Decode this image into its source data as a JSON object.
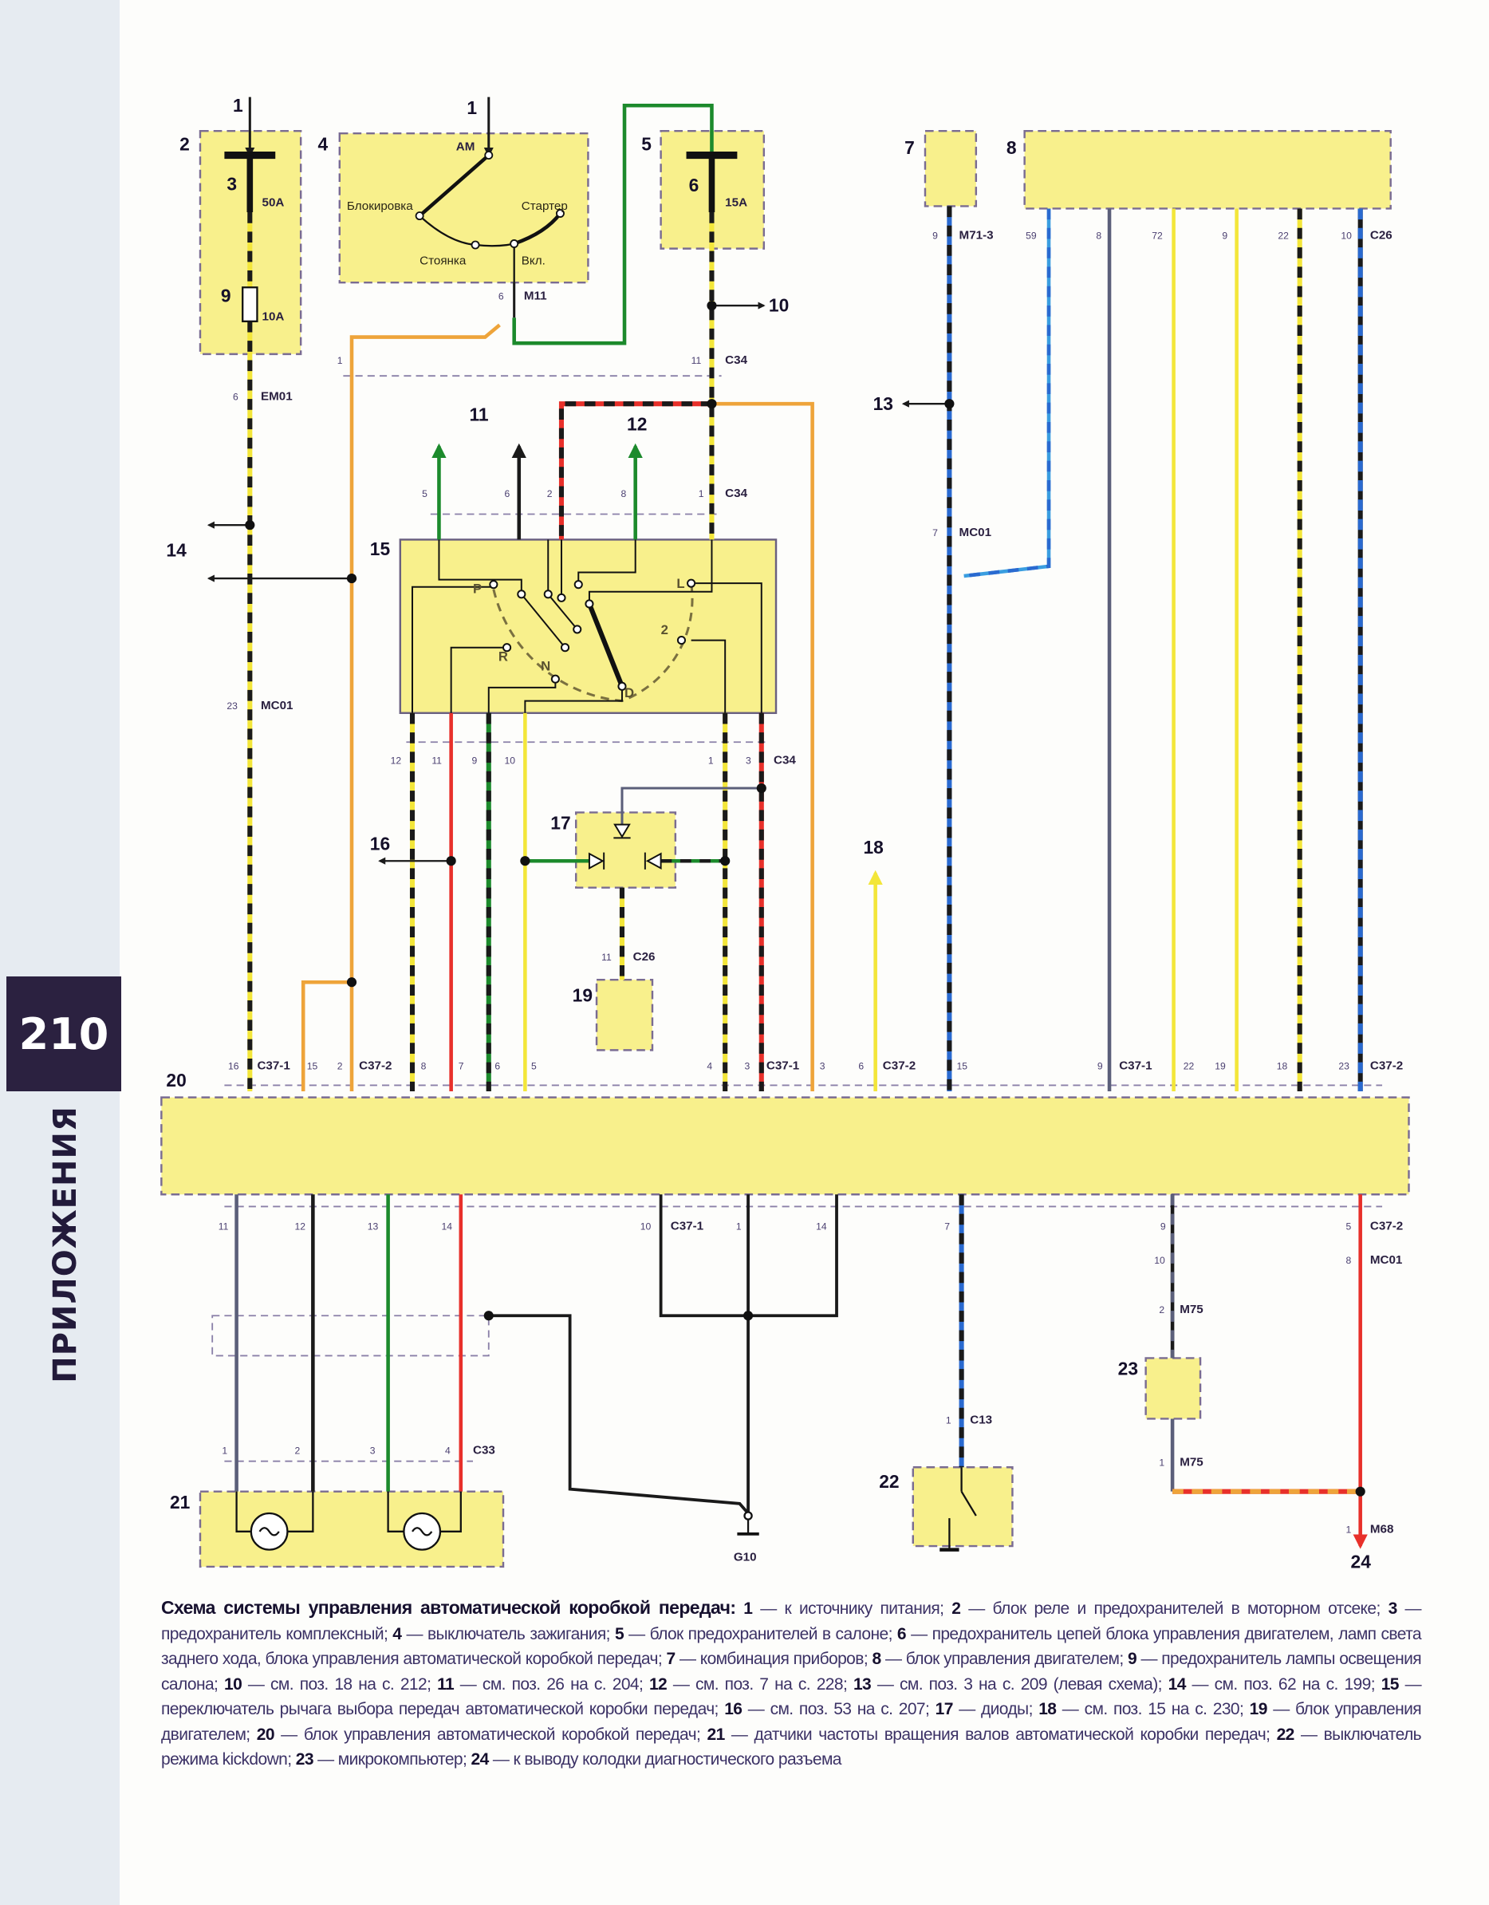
{
  "page": {
    "number": "210",
    "section": "ПРИЛОЖЕНИЯ"
  },
  "diagram": {
    "markers": {
      "m1a": "1",
      "m1b": "1",
      "m2": "2",
      "m3": "3",
      "m4": "4",
      "m5": "5",
      "m6": "6",
      "m7": "7",
      "m8": "8",
      "m9": "9",
      "m10": "10",
      "m11": "11",
      "m12": "12",
      "m13": "13",
      "m14": "14",
      "m15": "15",
      "m16": "16",
      "m17": "17",
      "m18": "18",
      "m19": "19",
      "m20": "20",
      "m21": "21",
      "m22": "22",
      "m23": "23",
      "m24": "24"
    },
    "fuse_ratings": {
      "f3": "50А",
      "f6": "15А",
      "f9": "10А"
    },
    "ignition_switch": {
      "am": "АМ",
      "lock": "Блокировка",
      "starter": "Стартер",
      "park": "Стоянка",
      "on": "Вкл."
    },
    "selector_positions": {
      "p": "P",
      "r": "R",
      "n": "N",
      "d": "D",
      "two": "2",
      "l": "L"
    },
    "connectors": {
      "em01": "EM01",
      "mc01": "MC01",
      "m11": "M11",
      "c34": "C34",
      "c26": "C26",
      "m71_3": "M71-3",
      "c37_1": "C37-1",
      "c37_2": "C37-2",
      "c33": "C33",
      "c13": "C13",
      "m75": "M75",
      "m68": "M68",
      "g10": "G10"
    },
    "pins": {
      "em01": "6",
      "mc01_left": "23",
      "m11": "6",
      "c34_top": [
        "1",
        "11"
      ],
      "c34_mid": [
        "5",
        "6",
        "2",
        "8",
        "1"
      ],
      "c34_bottom": [
        "12",
        "11",
        "9",
        "10",
        "1",
        "3"
      ],
      "c26_19": "11",
      "m71_3": "9",
      "c26_top": [
        "59",
        "8",
        "72",
        "9",
        "22",
        "10"
      ],
      "mc01_mid": "7",
      "ecu_top": [
        "16",
        "15",
        "2",
        "8",
        "7",
        "6",
        "5",
        "4",
        "3",
        "3",
        "6",
        "15",
        "9",
        "22",
        "19",
        "18",
        "23"
      ],
      "ecu_bottom": [
        "11",
        "12",
        "13",
        "14",
        "10",
        "1",
        "14",
        "7",
        "9",
        "5"
      ],
      "mc01_right": [
        "10",
        "8"
      ],
      "m75": [
        "2",
        "1"
      ],
      "c33": [
        "1",
        "2",
        "3",
        "4"
      ],
      "c13": "1",
      "m68": "1"
    },
    "wire_colors": {
      "yellow": "#f3e63a",
      "black": "#1a1a1a",
      "orange": "#eea43a",
      "green": "#1c8a2c",
      "red": "#e8302a",
      "blue": "#2a6ad0",
      "grey": "#5b5f7a",
      "light_blue": "#3a9ee0"
    }
  },
  "caption": {
    "title": "Схема системы управления автоматической коробкой передач:",
    "items": [
      {
        "num": "1",
        "text": "к источнику питания"
      },
      {
        "num": "2",
        "text": "блок реле и предохранителей в моторном отсеке"
      },
      {
        "num": "3",
        "text": "предохранитель комплексный"
      },
      {
        "num": "4",
        "text": "выключатель зажигания"
      },
      {
        "num": "5",
        "text": "блок предохранителей в салоне"
      },
      {
        "num": "6",
        "text": "предохранитель цепей блока управления двигателем, ламп света заднего хода, блока управления автоматической коробкой передач"
      },
      {
        "num": "7",
        "text": "комбинация приборов"
      },
      {
        "num": "8",
        "text": "блок управления двигателем"
      },
      {
        "num": "9",
        "text": "предохранитель лампы освещения салона"
      },
      {
        "num": "10",
        "text": "см. поз. 18 на с. 212"
      },
      {
        "num": "11",
        "text": "см. поз. 26 на с. 204"
      },
      {
        "num": "12",
        "text": "см. поз. 7 на с. 228"
      },
      {
        "num": "13",
        "text": "см. поз. 3 на с. 209 (левая схема)"
      },
      {
        "num": "14",
        "text": "см. поз. 62 на с. 199"
      },
      {
        "num": "15",
        "text": "переключатель рычага выбора передач автоматической коробки передач"
      },
      {
        "num": "16",
        "text": "см. поз. 53 на с. 207"
      },
      {
        "num": "17",
        "text": "диоды"
      },
      {
        "num": "18",
        "text": "см. поз. 15 на с. 230"
      },
      {
        "num": "19",
        "text": "блок управления двигателем"
      },
      {
        "num": "20",
        "text": "блок управления автоматической коробкой передач"
      },
      {
        "num": "21",
        "text": "датчики частоты вращения валов автоматической коробки передач"
      },
      {
        "num": "22",
        "text": "выключатель режима kickdown"
      },
      {
        "num": "23",
        "text": "микрокомпьютер"
      },
      {
        "num": "24",
        "text": "к выводу колодки диагностического разъема"
      }
    ]
  }
}
